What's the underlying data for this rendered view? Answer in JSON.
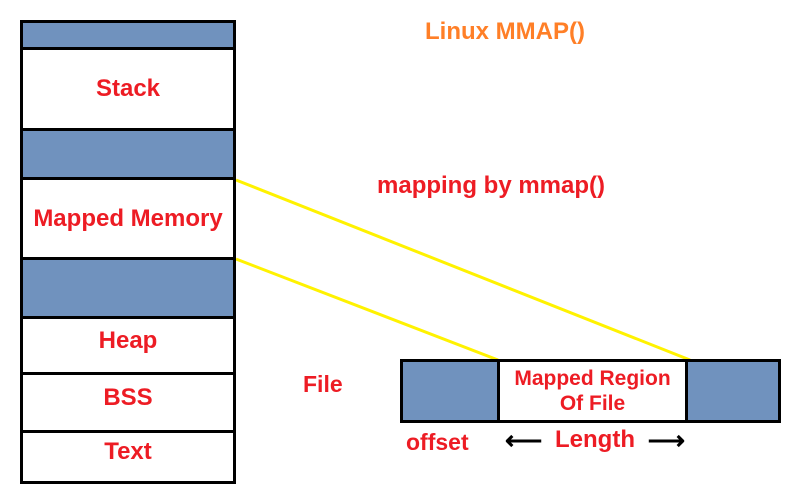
{
  "title": "Linux MMAP()",
  "mapping_label": "mapping by mmap()",
  "memory_column": {
    "sections": [
      {
        "label": "",
        "type": "blue"
      },
      {
        "label": "Stack",
        "type": "white"
      },
      {
        "label": "",
        "type": "blue"
      },
      {
        "label": "Mapped Memory",
        "type": "white"
      },
      {
        "label": "",
        "type": "blue"
      },
      {
        "label": "Heap",
        "type": "white"
      },
      {
        "label": "BSS",
        "type": "white"
      },
      {
        "label": "Text",
        "type": "white"
      }
    ]
  },
  "file": {
    "label": "File",
    "mapped_region_line1": "Mapped Region",
    "mapped_region_line2": "Of File",
    "offset_label": "offset",
    "length_label": "Length",
    "left_arrow": "⟵",
    "right_arrow": "⟶"
  },
  "colors": {
    "blue_fill": "#7092BE",
    "red_text": "#ED1C24",
    "orange_title": "#FF7F27",
    "yellow_lines": "#FFF200",
    "black_border": "#000000",
    "background": "#FFFFFF"
  }
}
